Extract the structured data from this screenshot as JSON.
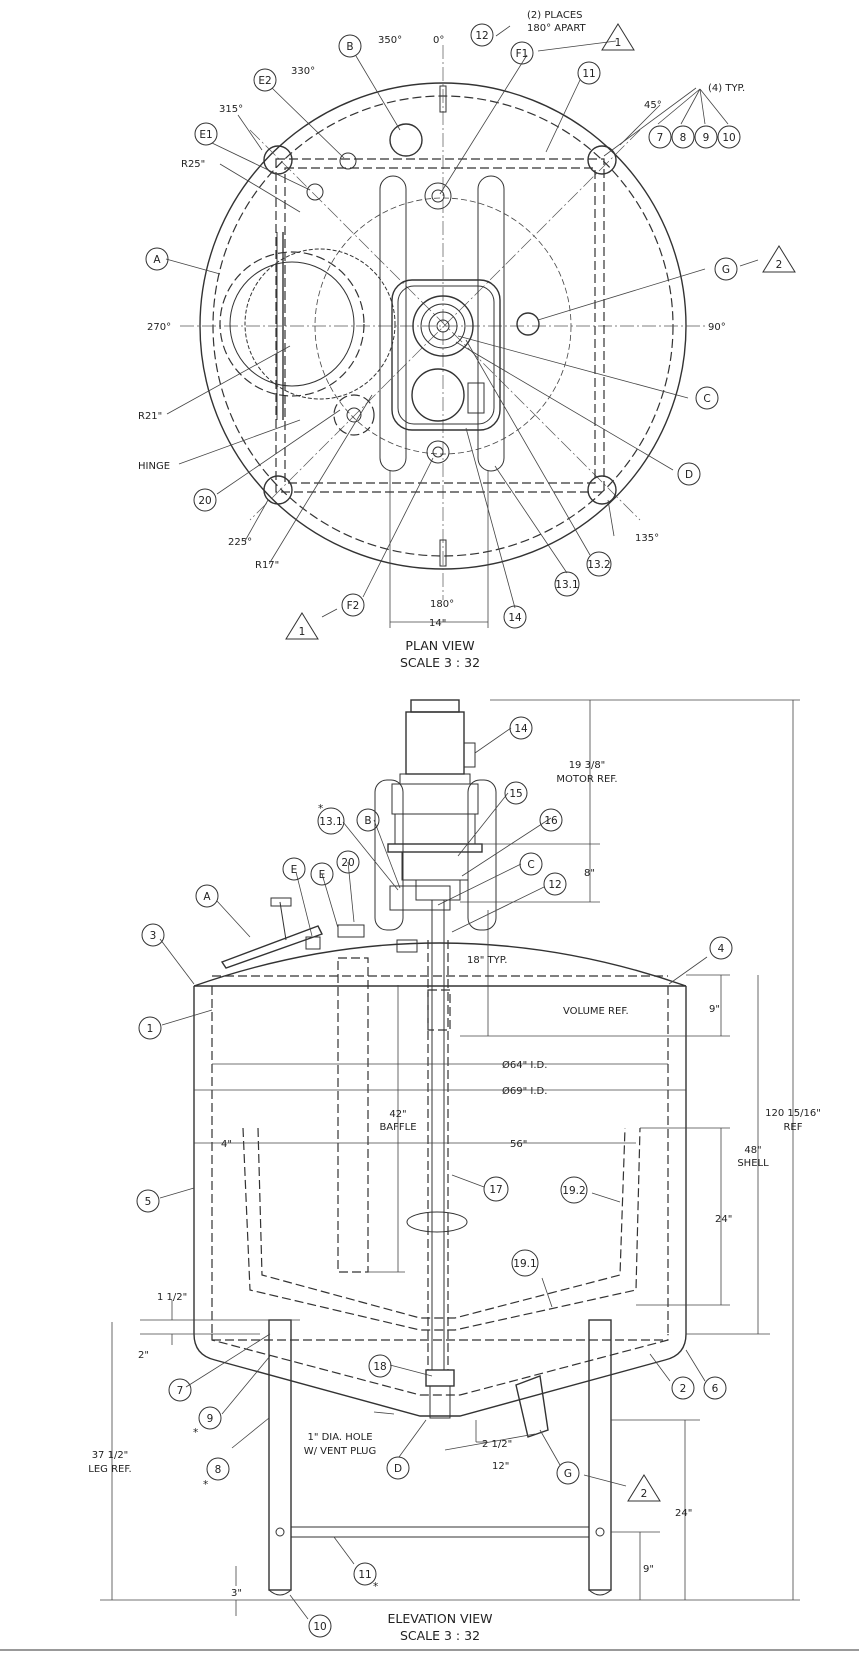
{
  "plan_view": {
    "title": "PLAN VIEW",
    "scale": "SCALE 3 : 32",
    "angles": [
      "0°",
      "45°",
      "90°",
      "135°",
      "180°",
      "225°",
      "270°",
      "315°",
      "330°",
      "350°"
    ],
    "notes": {
      "places": "(2) PLACES",
      "apart": "180° APART",
      "typ4": "(4) TYP."
    },
    "labels": {
      "r25": "R25\"",
      "r21": "R21\"",
      "r17": "R17\"",
      "hinge": "HINGE",
      "dim14": "14\""
    },
    "bubbles": [
      "A",
      "B",
      "E1",
      "E2",
      "12",
      "F1",
      "11",
      "7",
      "8",
      "9",
      "10",
      "G",
      "C",
      "D",
      "13.2",
      "13.1",
      "14",
      "F2",
      "20"
    ],
    "triangles": [
      "1",
      "2",
      "1"
    ]
  },
  "elevation_view": {
    "title": "ELEVATION VIEW",
    "scale": "SCALE 3 : 32",
    "dims": {
      "motor": "19 3/8\"",
      "motor_ref": "MOTOR REF.",
      "d8": "8\"",
      "typ18": "18\" TYP.",
      "d9": "9\"",
      "volume_ref": "VOLUME REF.",
      "id64": "Ø64\" I.D.",
      "id69": "Ø69\" I.D.",
      "total": "120 15/16\"",
      "ref": "REF",
      "baffle42": "42\"",
      "baffle": "BAFFLE",
      "d4": "4\"",
      "d56": "56\"",
      "shell48": "48\"",
      "shell": "SHELL",
      "d24": "24\"",
      "d1_5": "1 1/2\"",
      "d2": "2\"",
      "leg37": "37 1/2\"",
      "leg_ref": "LEG REF.",
      "hole": "1\" DIA. HOLE",
      "vent": "W/ VENT PLUG",
      "d2_5": "2 1/2\"",
      "d12": "12\"",
      "d24b": "24\"",
      "d9b": "9\"",
      "d3": "3\""
    },
    "bubbles": [
      "14",
      "15",
      "16",
      "13.1",
      "B",
      "E",
      "E",
      "20",
      "C",
      "12",
      "A",
      "3",
      "4",
      "1",
      "5",
      "17",
      "19.2",
      "19.1",
      "7",
      "9",
      "8",
      "18",
      "D",
      "G",
      "2",
      "6",
      "11",
      "10"
    ],
    "triangles": [
      "2"
    ],
    "star": "*"
  }
}
